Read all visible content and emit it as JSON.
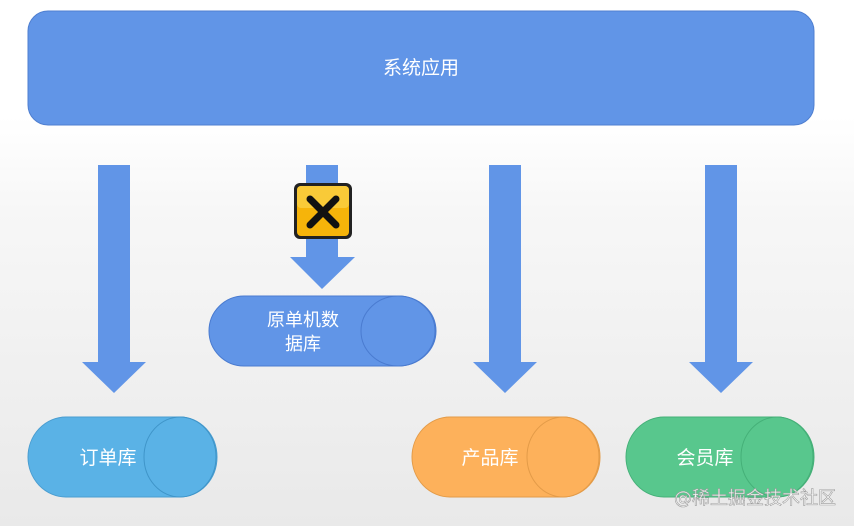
{
  "diagram": {
    "app_box": {
      "label": "系统应用",
      "color": "#6195e7"
    },
    "original_db": {
      "label_line1": "原单机数",
      "label_line2": "据库",
      "color": "#6195e7"
    },
    "order_db": {
      "label": "订单库",
      "color": "#5ab2e6"
    },
    "product_db": {
      "label": "产品库",
      "color": "#fdb15b"
    },
    "member_db": {
      "label": "会员库",
      "color": "#58c78d"
    },
    "arrow_color": "#6195e7",
    "blocked_icon": "x-warning-icon"
  },
  "watermark": {
    "text": "@稀土掘金技术社区"
  }
}
